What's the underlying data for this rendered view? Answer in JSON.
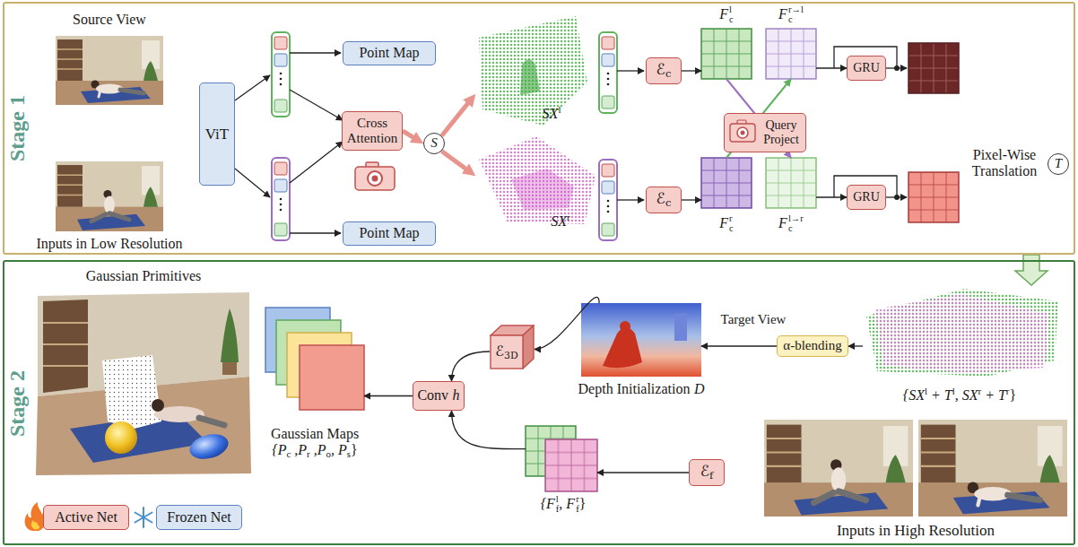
{
  "diagram": {
    "nodes": [
      {
        "text": [
          "Stage 1"
        ]
      },
      {
        "text": [
          "ViT"
        ],
        "in": 0
      },
      {
        "text": [
          "Point Map"
        ],
        "in": 0
      },
      {
        "text": [
          "Cross Attention"
        ],
        "in": 0
      },
      {
        "text": [
          "Point Map"
        ],
        "in": 0
      },
      {
        "text": [
          "S"
        ],
        "in": 0
      },
      {
        "text": [
          "SX",
          "l"
        ],
        "in": 0
      },
      {
        "text": [
          "SX",
          "r"
        ],
        "in": 0
      },
      {
        "text": [
          "ℰ",
          "c"
        ],
        "in": 0
      },
      {
        "text": [
          "F",
          "c",
          "l"
        ],
        "in": 0
      },
      {
        "text": [
          "F",
          "c",
          "r→l"
        ],
        "in": 0
      },
      {
        "text": [
          "GRU"
        ],
        "in": 0
      },
      {
        "text": [
          "Query Project"
        ],
        "in": 0
      },
      {
        "text": [
          "ℰ",
          "c"
        ],
        "in": 0
      },
      {
        "text": [
          "F",
          "c",
          "r"
        ],
        "in": 0
      },
      {
        "text": [
          "F",
          "c",
          "l→r"
        ],
        "in": 0
      },
      {
        "text": [
          "GRU"
        ],
        "in": 0
      },
      {
        "text": [
          "T"
        ],
        "in": 0
      },
      {
        "text": [
          "Stage 2"
        ]
      },
      {
        "text": [
          "Gaussian Maps",
          "{P",
          "c",
          " ,P",
          "r",
          " ,P",
          "o",
          ", P",
          "s",
          "}"
        ],
        "in": 18
      },
      {
        "text": [
          "Conv",
          "h"
        ],
        "in": 18
      },
      {
        "text": [
          "ℰ",
          "3D"
        ],
        "in": 18
      },
      {
        "text": [
          "Depth Initialization",
          "D"
        ],
        "in": 18
      },
      {
        "text": [
          "α-blending"
        ],
        "in": 18
      },
      {
        "text": [
          "{SX",
          "l",
          " + T",
          "l",
          ", SX",
          "r",
          " + T",
          "r",
          "}"
        ],
        "in": 18
      },
      {
        "text": [
          "{F",
          "f",
          "l",
          ", F",
          "f",
          "r",
          "}"
        ],
        "in": 18
      },
      {
        "text": [
          "ℰ",
          "f"
        ],
        "in": 18
      },
      {
        "text": [
          "Inputs in High Resolution"
        ],
        "in": 18
      }
    ],
    "edges": [
      {
        "from": 3,
        "to": 5,
        "arrow": "to"
      },
      {
        "from": 5,
        "to": 6,
        "arrow": "to"
      },
      {
        "from": 5,
        "to": 7,
        "arrow": "to"
      },
      {
        "from": 8,
        "to": 9,
        "arrow": "to"
      },
      {
        "from": 9,
        "to": 15,
        "arrow": "to"
      },
      {
        "from": 14,
        "to": 10,
        "arrow": "to"
      },
      {
        "from": 10,
        "to": 11,
        "arrow": "to"
      },
      {
        "from": 13,
        "to": 14,
        "arrow": "to"
      },
      {
        "from": 15,
        "to": 16,
        "arrow": "to"
      },
      {
        "from": 0,
        "to": 24,
        "arrow": "to"
      },
      {
        "from": 24,
        "to": 23,
        "arrow": "to"
      },
      {
        "from": 23,
        "to": 22,
        "arrow": "to"
      },
      {
        "from": 22,
        "to": 21,
        "arrow": "to"
      },
      {
        "from": 21,
        "to": 20,
        "arrow": "to"
      },
      {
        "from": 25,
        "to": 20,
        "arrow": "to"
      },
      {
        "from": 20,
        "to": 19,
        "arrow": "to"
      },
      {
        "from": 26,
        "to": 25,
        "arrow": "to"
      }
    ],
    "labels": [
      "Source View",
      "Inputs in Low Resolution",
      "Pixel-Wise Translation",
      "Gaussian Primitives",
      "Target View"
    ],
    "legend": [
      {
        "text": "Active Net",
        "color": "#f6cfcb"
      },
      {
        "text": "Frozen Net",
        "color": "#dae6f4"
      }
    ]
  }
}
